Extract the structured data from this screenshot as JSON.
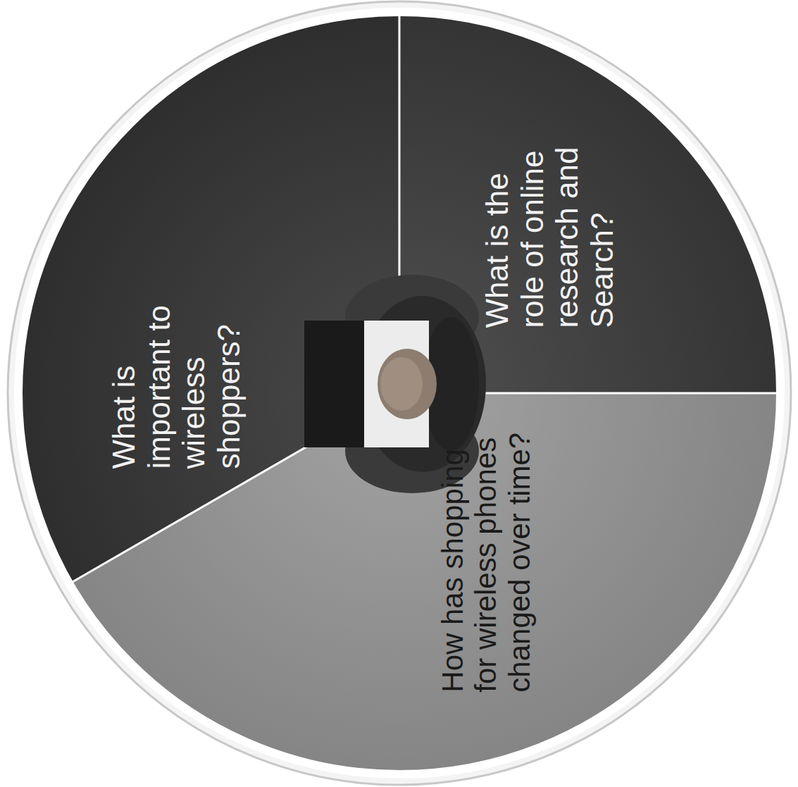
{
  "diagram": {
    "nodes": [
      {
        "text": [
          "What is important to wireless shoppers?"
        ]
      },
      {
        "text": [
          "What is the role of online research and Search?"
        ]
      },
      {
        "text": [
          "How has shopping for wireless phones changed over time?"
        ]
      }
    ]
  }
}
